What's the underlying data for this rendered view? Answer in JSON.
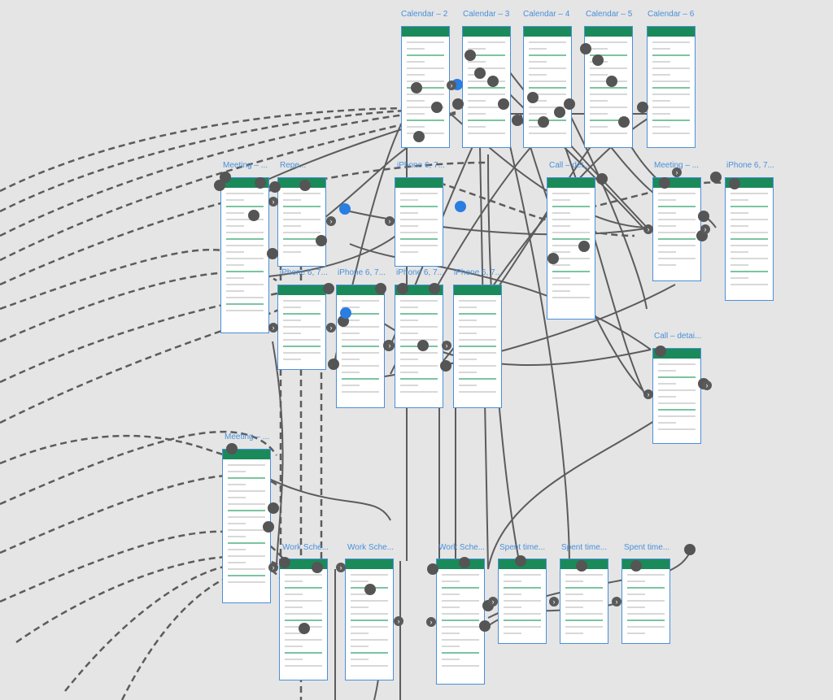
{
  "artboards": [
    {
      "id": "calendar-2",
      "label": "Calendar – 2"
    },
    {
      "id": "calendar-3",
      "label": "Calendar – 3"
    },
    {
      "id": "calendar-4",
      "label": "Calendar – 4"
    },
    {
      "id": "calendar-5",
      "label": "Calendar – 5"
    },
    {
      "id": "calendar-6",
      "label": "Calendar – 6"
    },
    {
      "id": "meeting-1",
      "label": "Meeting – ..."
    },
    {
      "id": "repeat",
      "label": "Repe..."
    },
    {
      "id": "iphone-1",
      "label": "iPhone 6, 7..."
    },
    {
      "id": "call-1",
      "label": "Call – det..."
    },
    {
      "id": "meeting-2",
      "label": "Meeting – ..."
    },
    {
      "id": "iphone-2",
      "label": "iPhone 6, 7..."
    },
    {
      "id": "iphone-3",
      "label": "iPhone 6, 7..."
    },
    {
      "id": "iphone-4",
      "label": "iPhone 6, 7..."
    },
    {
      "id": "iphone-5",
      "label": "iPhone 6, 7..."
    },
    {
      "id": "iphone-6",
      "label": "iPhone 6, 7..."
    },
    {
      "id": "call-2",
      "label": "Call – detai..."
    },
    {
      "id": "meeting-3",
      "label": "Meeting – ..."
    },
    {
      "id": "work-1",
      "label": "Work Sche..."
    },
    {
      "id": "work-2",
      "label": "Work Sche..."
    },
    {
      "id": "work-3",
      "label": "Work Sche..."
    },
    {
      "id": "spent-1",
      "label": "Spent time..."
    },
    {
      "id": "spent-2",
      "label": "Spent time..."
    },
    {
      "id": "spent-3",
      "label": "Spent time..."
    }
  ],
  "colors": {
    "accent": "#1b8a5a",
    "selection": "#4a90d9",
    "wire": "#5c5c5c",
    "hotspot_blue": "#2a7de1"
  }
}
